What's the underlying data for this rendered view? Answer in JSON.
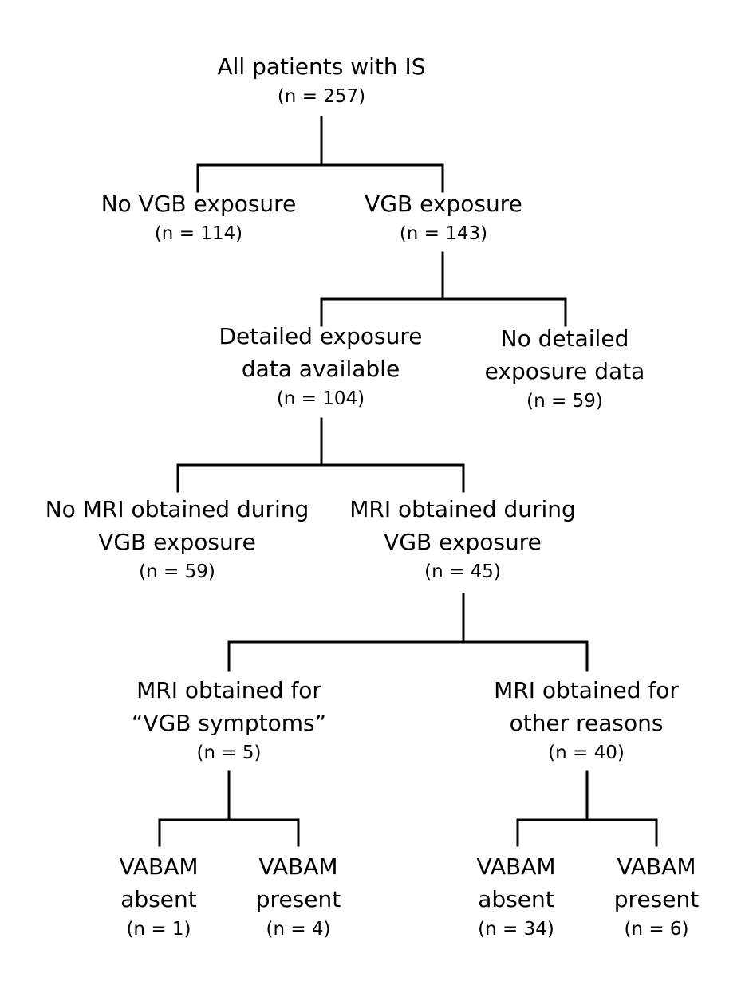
{
  "nodes": {
    "all": {
      "lines": [
        "All patients with IS"
      ],
      "count": "(n = 257)"
    },
    "no_vgb": {
      "lines": [
        "No VGB exposure"
      ],
      "count": "(n = 114)"
    },
    "vgb": {
      "lines": [
        "VGB exposure"
      ],
      "count": "(n = 143)"
    },
    "detailed": {
      "lines": [
        "Detailed exposure",
        "data available"
      ],
      "count": "(n = 104)"
    },
    "no_detailed": {
      "lines": [
        "No detailed",
        "exposure data"
      ],
      "count": "(n = 59)"
    },
    "no_mri": {
      "lines": [
        "No MRI obtained during",
        "VGB exposure"
      ],
      "count": "(n = 59)"
    },
    "mri": {
      "lines": [
        "MRI obtained during",
        "VGB exposure"
      ],
      "count": "(n = 45)"
    },
    "mri_symptoms": {
      "lines": [
        "MRI obtained for",
        "“VGB symptoms”"
      ],
      "count": "(n = 5)"
    },
    "mri_other": {
      "lines": [
        "MRI obtained for",
        "other reasons"
      ],
      "count": "(n = 40)"
    },
    "sym_absent": {
      "lines": [
        "VABAM",
        "absent"
      ],
      "count": "(n = 1)"
    },
    "sym_present": {
      "lines": [
        "VABAM",
        "present"
      ],
      "count": "(n = 4)"
    },
    "oth_absent": {
      "lines": [
        "VABAM",
        "absent"
      ],
      "count": "(n = 34)"
    },
    "oth_present": {
      "lines": [
        "VABAM",
        "present"
      ],
      "count": "(n = 6)"
    }
  }
}
